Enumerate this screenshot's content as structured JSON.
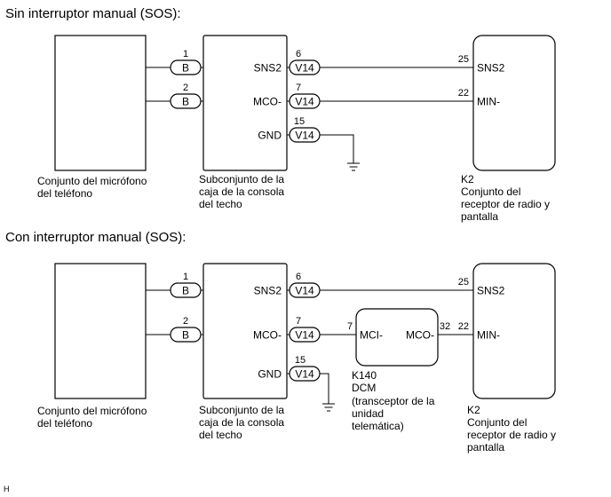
{
  "diagram_1": {
    "title": "Sin interruptor manual (SOS):",
    "microphone_label": [
      "Conjunto del micrófono",
      "del teléfono"
    ],
    "console_label": [
      "Subconjunto de la",
      "caja de la consola",
      "del techo"
    ],
    "radio_label": [
      "K2",
      "Conjunto del",
      "receptor de radio y",
      "pantalla"
    ],
    "mic_connectors": [
      {
        "pin": "1",
        "connector": "B"
      },
      {
        "pin": "2",
        "connector": "B"
      }
    ],
    "console_terminals": [
      {
        "name": "SNS2",
        "pin": "6",
        "connector": "V14"
      },
      {
        "name": "MCO-",
        "pin": "7",
        "connector": "V14"
      },
      {
        "name": "GND",
        "pin": "15",
        "connector": "V14"
      }
    ],
    "radio_terminals": [
      {
        "name": "SNS2",
        "pin": "25"
      },
      {
        "name": "MIN-",
        "pin": "22"
      }
    ]
  },
  "diagram_2": {
    "title": "Con interruptor manual (SOS):",
    "microphone_label": [
      "Conjunto del micrófono",
      "del teléfono"
    ],
    "console_label": [
      "Subconjunto de la",
      "caja de la consola",
      "del techo"
    ],
    "dcm_label": [
      "K140",
      "DCM",
      "(transceptor de la",
      "unidad",
      "telemática)"
    ],
    "radio_label": [
      "K2",
      "Conjunto del",
      "receptor de radio y",
      "pantalla"
    ],
    "mic_connectors": [
      {
        "pin": "1",
        "connector": "B"
      },
      {
        "pin": "2",
        "connector": "B"
      }
    ],
    "console_terminals": [
      {
        "name": "SNS2",
        "pin": "6",
        "connector": "V14"
      },
      {
        "name": "MCO-",
        "pin": "7",
        "connector": "V14"
      },
      {
        "name": "GND",
        "pin": "15",
        "connector": "V14"
      }
    ],
    "dcm_terminals": [
      {
        "name": "MCI-",
        "pin": "7"
      },
      {
        "name": "MCO-",
        "pin": "32"
      }
    ],
    "radio_terminals": [
      {
        "name": "SNS2",
        "pin": "25"
      },
      {
        "name": "MIN-",
        "pin": "22"
      }
    ]
  },
  "corner_mark": "H"
}
